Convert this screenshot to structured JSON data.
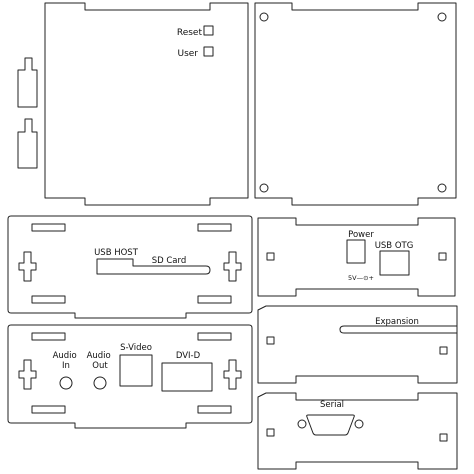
{
  "top_panel": {
    "reset_label": "Reset",
    "user_label": "User"
  },
  "bottom_panel": {},
  "left_side_panel": {
    "usb_host_label": "USB HOST",
    "sd_card_label": "SD Card"
  },
  "right_side_panel": {
    "power_label": "Power",
    "usb_otg_label": "USB OTG",
    "voltage_label": "5V—⊙+"
  },
  "front_panel": {
    "audio_in_label": "Audio\nIn",
    "audio_out_label": "Audio\nOut",
    "svideo_label": "S-Video",
    "dvi_label": "DVI-D"
  },
  "expansion_panel": {
    "expansion_label": "Expansion"
  },
  "serial_panel": {
    "serial_label": "Serial"
  }
}
